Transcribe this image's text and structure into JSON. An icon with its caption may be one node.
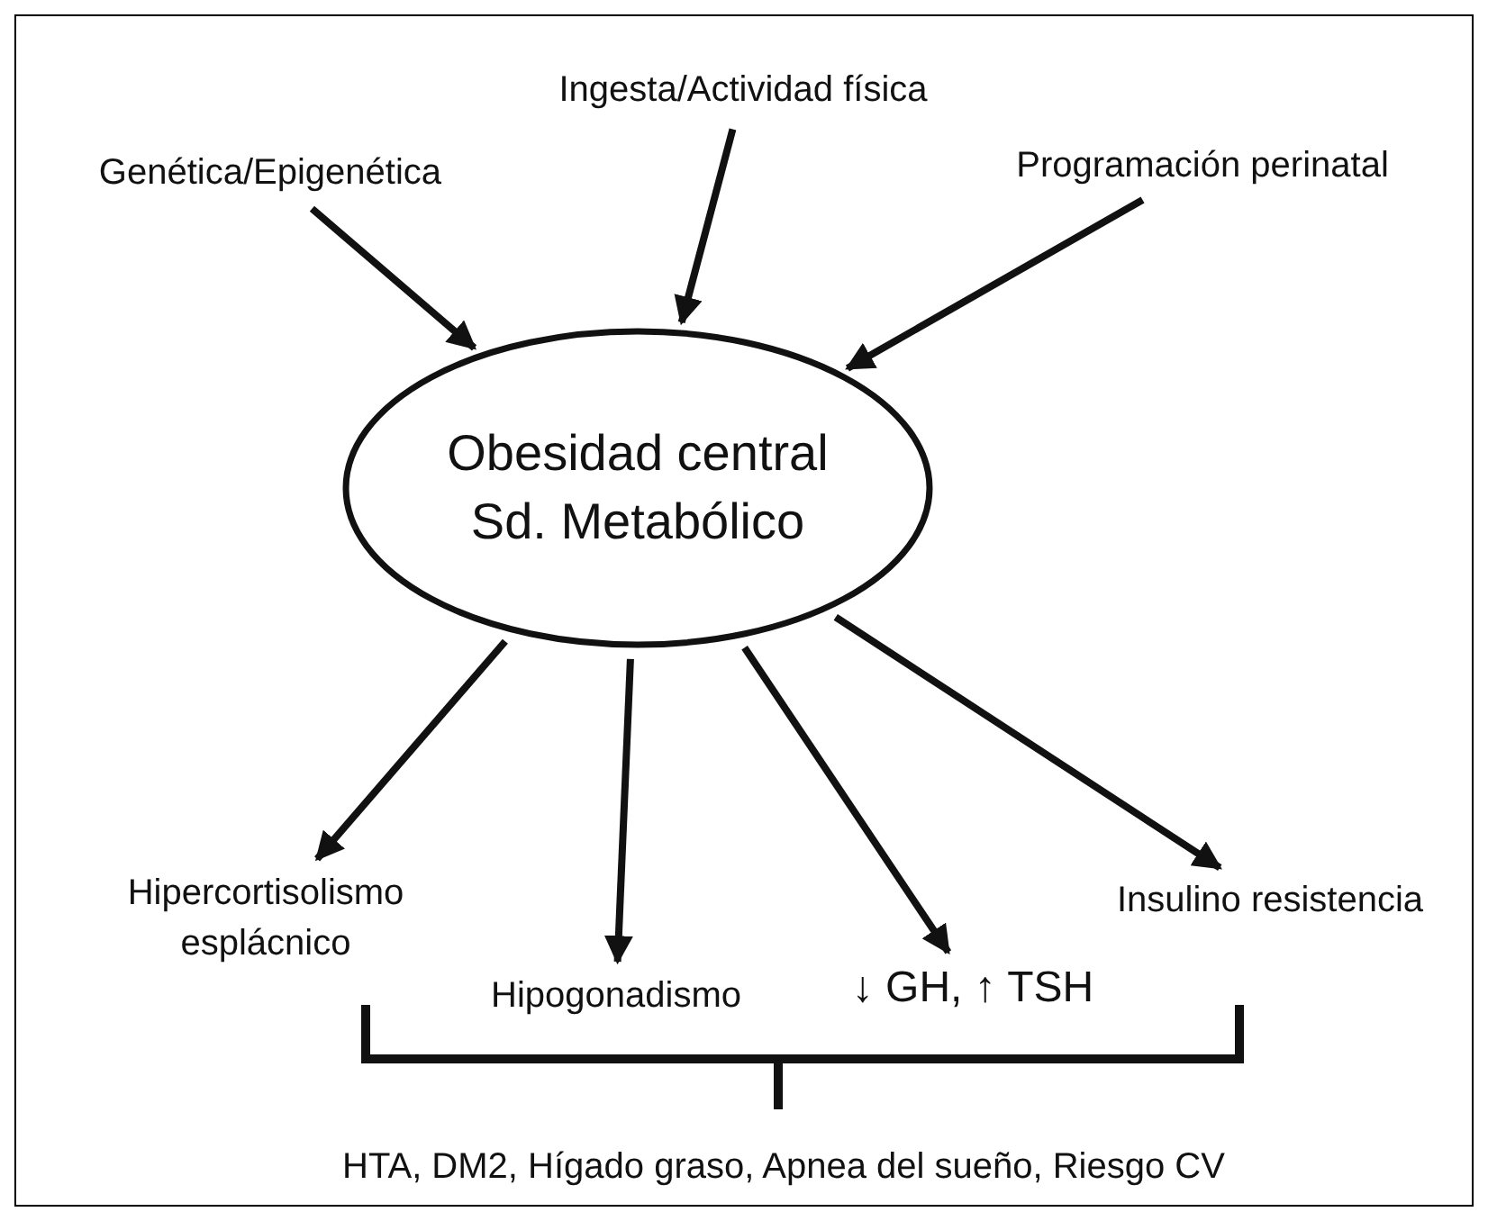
{
  "diagram": {
    "nodes": [
      {
        "text": [
          "Genética/Epigenética"
        ]
      },
      {
        "text": [
          "Ingesta/Actividad física"
        ]
      },
      {
        "text": [
          "Programación perinatal"
        ]
      },
      {
        "text": [
          "Obesidad central",
          "Sd. Metabólico"
        ]
      },
      {
        "text": [
          "Hipercortisolismo esplácnico"
        ]
      },
      {
        "text": [
          "Hipogonadismo"
        ]
      },
      {
        "text": [
          "↓ GH, ↑ TSH"
        ]
      },
      {
        "text": [
          "Insulino resistencia"
        ]
      },
      {
        "text": [
          "HTA, DM2, Hígado graso, Apnea del sueño, Riesgo CV"
        ]
      }
    ],
    "edges": [
      {
        "from": 0,
        "to": 3,
        "arrow": "to"
      },
      {
        "from": 1,
        "to": 3,
        "arrow": "to"
      },
      {
        "from": 2,
        "to": 3,
        "arrow": "to"
      },
      {
        "from": 3,
        "to": 4,
        "arrow": "to"
      },
      {
        "from": 3,
        "to": 5,
        "arrow": "to"
      },
      {
        "from": 3,
        "to": 6,
        "arrow": "to"
      },
      {
        "from": 3,
        "to": 7,
        "arrow": "to"
      }
    ]
  }
}
